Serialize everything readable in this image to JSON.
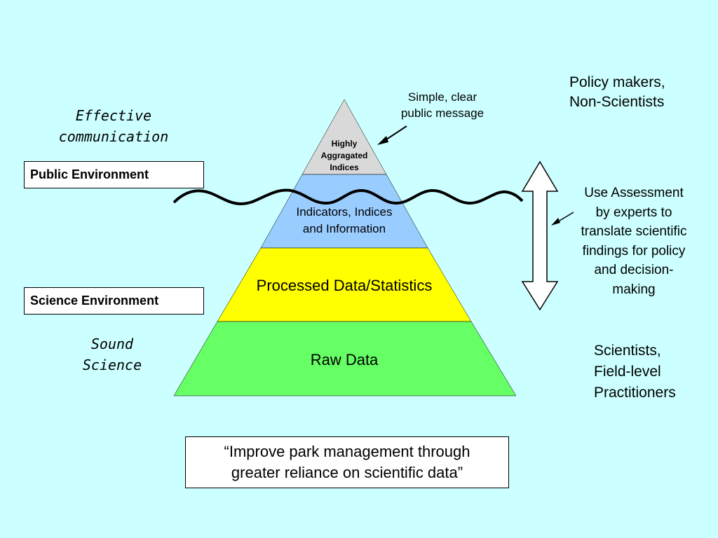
{
  "left_labels": {
    "effective_communication": "Effective\ncommunication",
    "public_environment": "Public Environment",
    "science_environment": "Science Environment",
    "sound_science": "Sound\nScience"
  },
  "pyramid": {
    "tiers": [
      {
        "label": "Highly\nAggragated\nIndices",
        "color": "#d9d9d9"
      },
      {
        "label": "Indicators, Indices\nand Information",
        "color": "#99ccff"
      },
      {
        "label": "Processed Data/Statistics",
        "color": "#ffff00"
      },
      {
        "label": "Raw Data",
        "color": "#66ff66"
      }
    ]
  },
  "callout": {
    "simple_clear": "Simple, clear\npublic message"
  },
  "right_labels": {
    "policy_makers": "Policy makers,\nNon-Scientists",
    "assessment": "Use Assessment\nby experts to\ntranslate scientific\nfindings for policy\nand decision-\nmaking",
    "scientists": "Scientists,\nField-level\nPractitioners"
  },
  "quote": "“Improve park management through\ngreater reliance on scientific data”",
  "colors": {
    "background": "#ccffff",
    "wave": "#000000"
  }
}
